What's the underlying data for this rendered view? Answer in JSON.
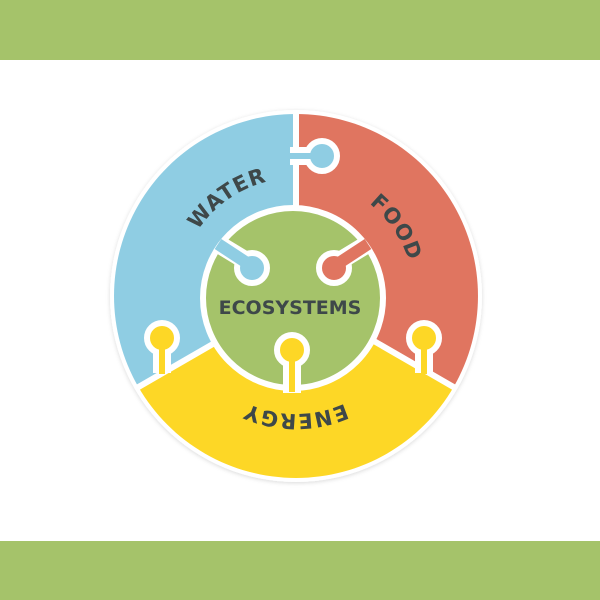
{
  "diagram": {
    "segments": [
      {
        "label": "WATER",
        "color": "#8fcde3"
      },
      {
        "label": "FOOD",
        "color": "#e07560"
      },
      {
        "label": "ENERGY",
        "color": "#fdd726"
      }
    ],
    "center": {
      "label": "ECOSYSTEMS",
      "color": "#a5c36a"
    },
    "band_color": "#a5c36a"
  }
}
